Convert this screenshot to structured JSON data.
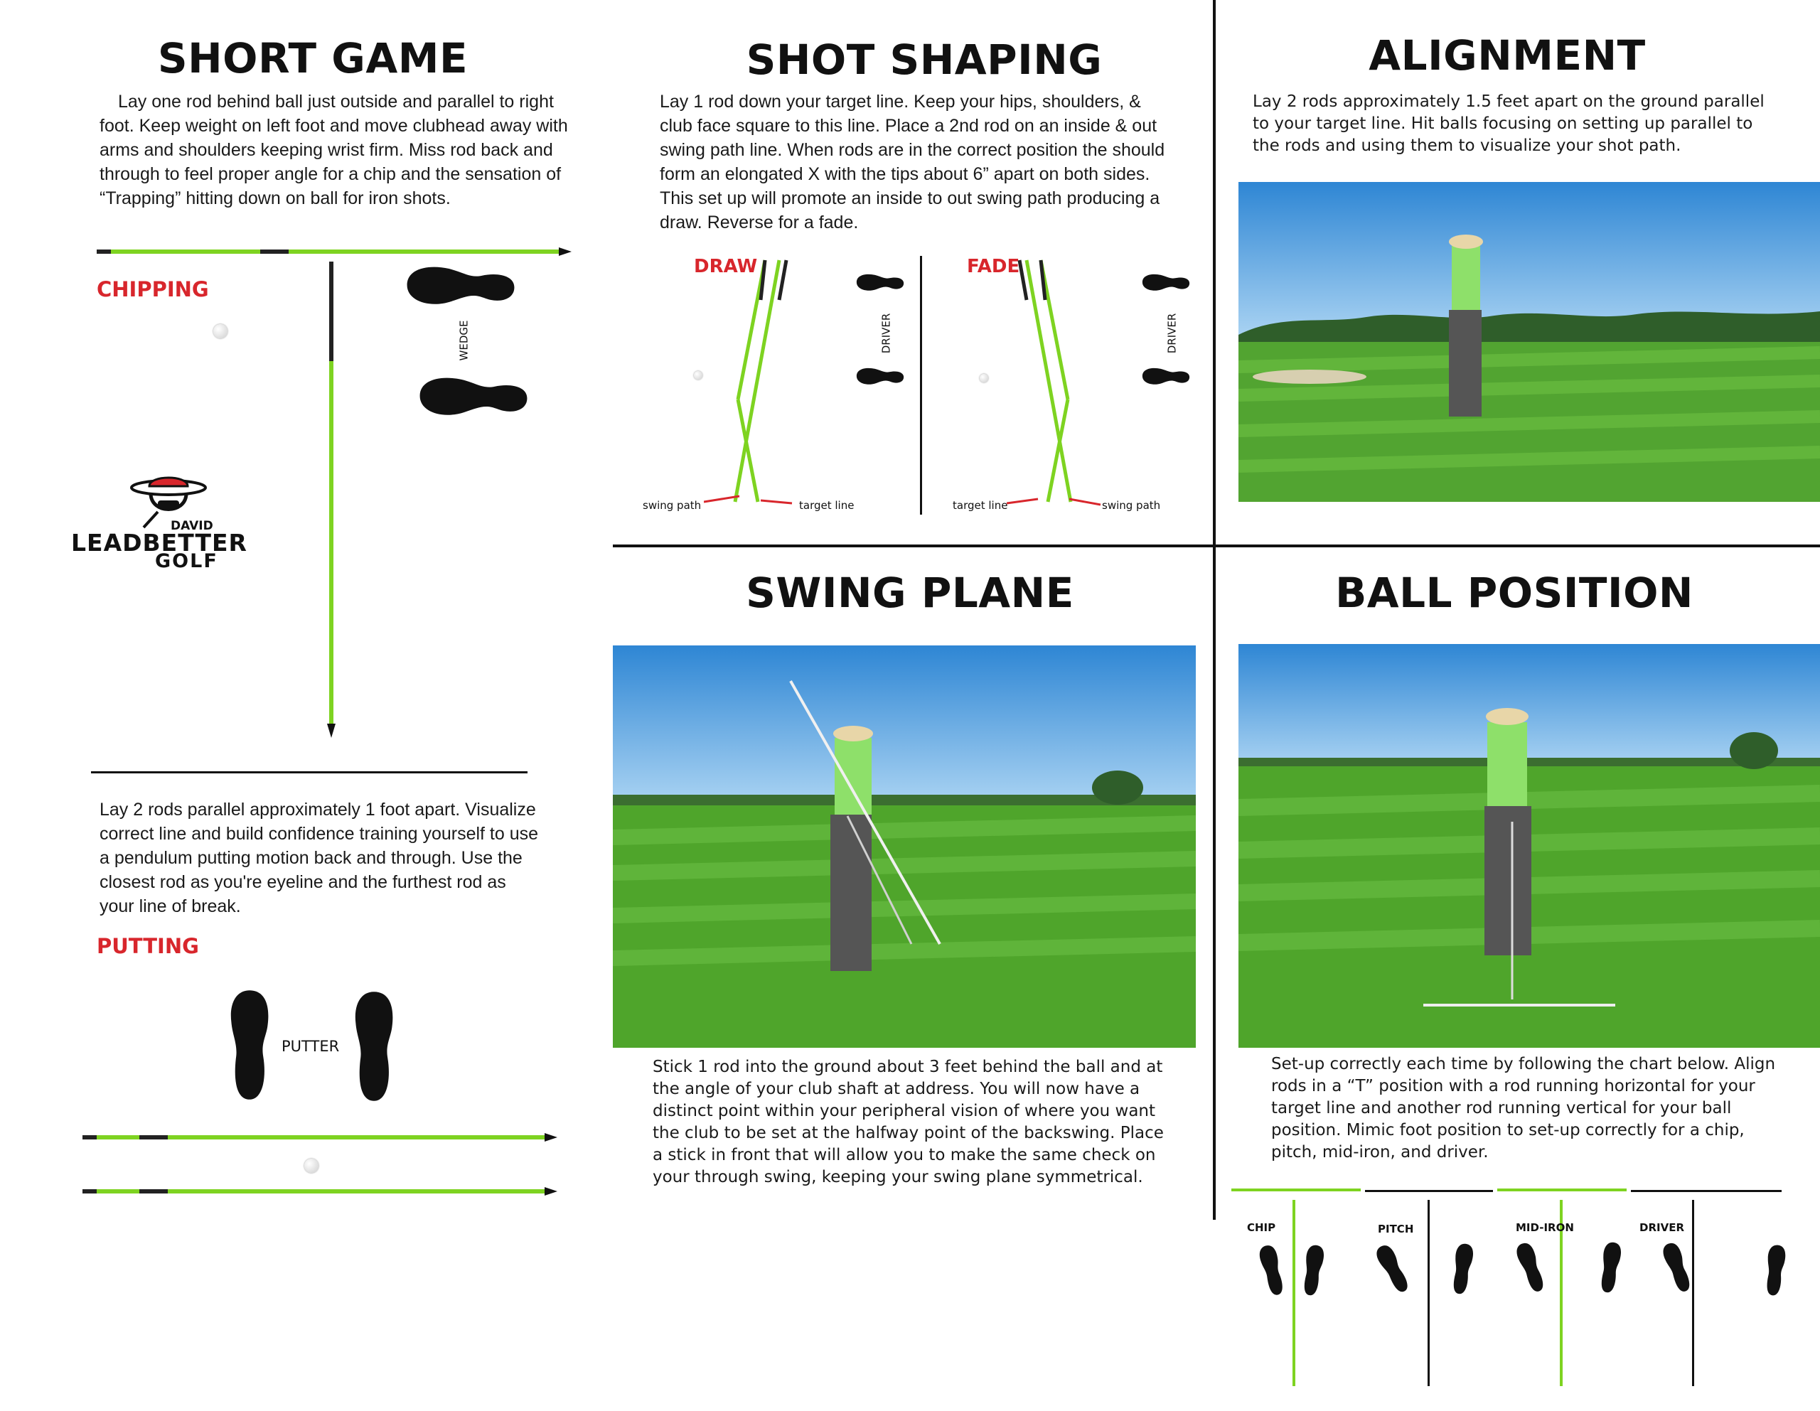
{
  "short_game": {
    "title": "SHORT GAME",
    "text": "Lay one rod behind ball just outside and parallel to right foot. Keep weight on left foot and move clubhead away with arms and shoulders keeping wrist firm. Miss rod back and through to feel proper angle for a chip and the sensation of “Trapping” hitting down on ball for iron shots.",
    "chipping_label": "CHIPPING",
    "wedge_label": "WEDGE",
    "putting_text": "Lay 2 rods parallel approximately 1 foot apart. Visualize correct line and build confidence training yourself to use a pendulum putting motion back and through. Use the closest rod as you're eyeline and the furthest rod as your line of break.",
    "putting_label": "PUTTING",
    "putter_label": "PUTTER"
  },
  "logo": {
    "line1": "DAVID",
    "line2": "LEADBETTER",
    "line3": "GOLF"
  },
  "shot_shaping": {
    "title": "SHOT SHAPING",
    "text": "Lay 1 rod down your target line. Keep your hips, shoulders, & club face square to this line. Place a 2nd rod on an inside & out swing path line. When rods are in the correct position the should form an elongated X with the tips about 6” apart on both sides. This set up will promote an inside to out swing path producing a draw. Reverse for a fade.",
    "draw_label": "DRAW",
    "fade_label": "FADE",
    "driver_label_1": "DRIVER",
    "driver_label_2": "DRIVER",
    "swing_path_1": "swing path",
    "target_line_1": "target line",
    "target_line_2": "target line",
    "swing_path_2": "swing path"
  },
  "alignment": {
    "title": "ALIGNMENT",
    "text": "Lay 2 rods approximately 1.5 feet apart on the ground parallel to your target line. Hit balls focusing on setting up parallel to the rods and using them to visualize your shot path."
  },
  "swing_plane": {
    "title": "SWING PLANE",
    "text": "Stick 1 rod into the ground about 3 feet behind the ball and at the angle of your club shaft at address. You will now have a distinct point within your peripheral vision of where you want the club to be set at the halfway point of the backswing. Place a stick in front that will allow you to make the same check on your through swing, keeping your swing plane symmetrical."
  },
  "ball_position": {
    "title": "BALL POSITION",
    "text": "Set-up correctly each time by following the chart below. Align rods in a “T” position with a rod running horizontal for your target line and another rod running vertical for your ball position. Mimic foot position to set-up correctly for a chip, pitch, mid-iron, and driver.",
    "chip": "CHIP",
    "pitch": "PITCH",
    "mid_iron": "MID-IRON",
    "driver": "DRIVER"
  },
  "colors": {
    "rod_green": "#7ed321",
    "accent_red": "#d8262c",
    "sky": "#3a8fd6",
    "grass": "#4fa52b"
  }
}
